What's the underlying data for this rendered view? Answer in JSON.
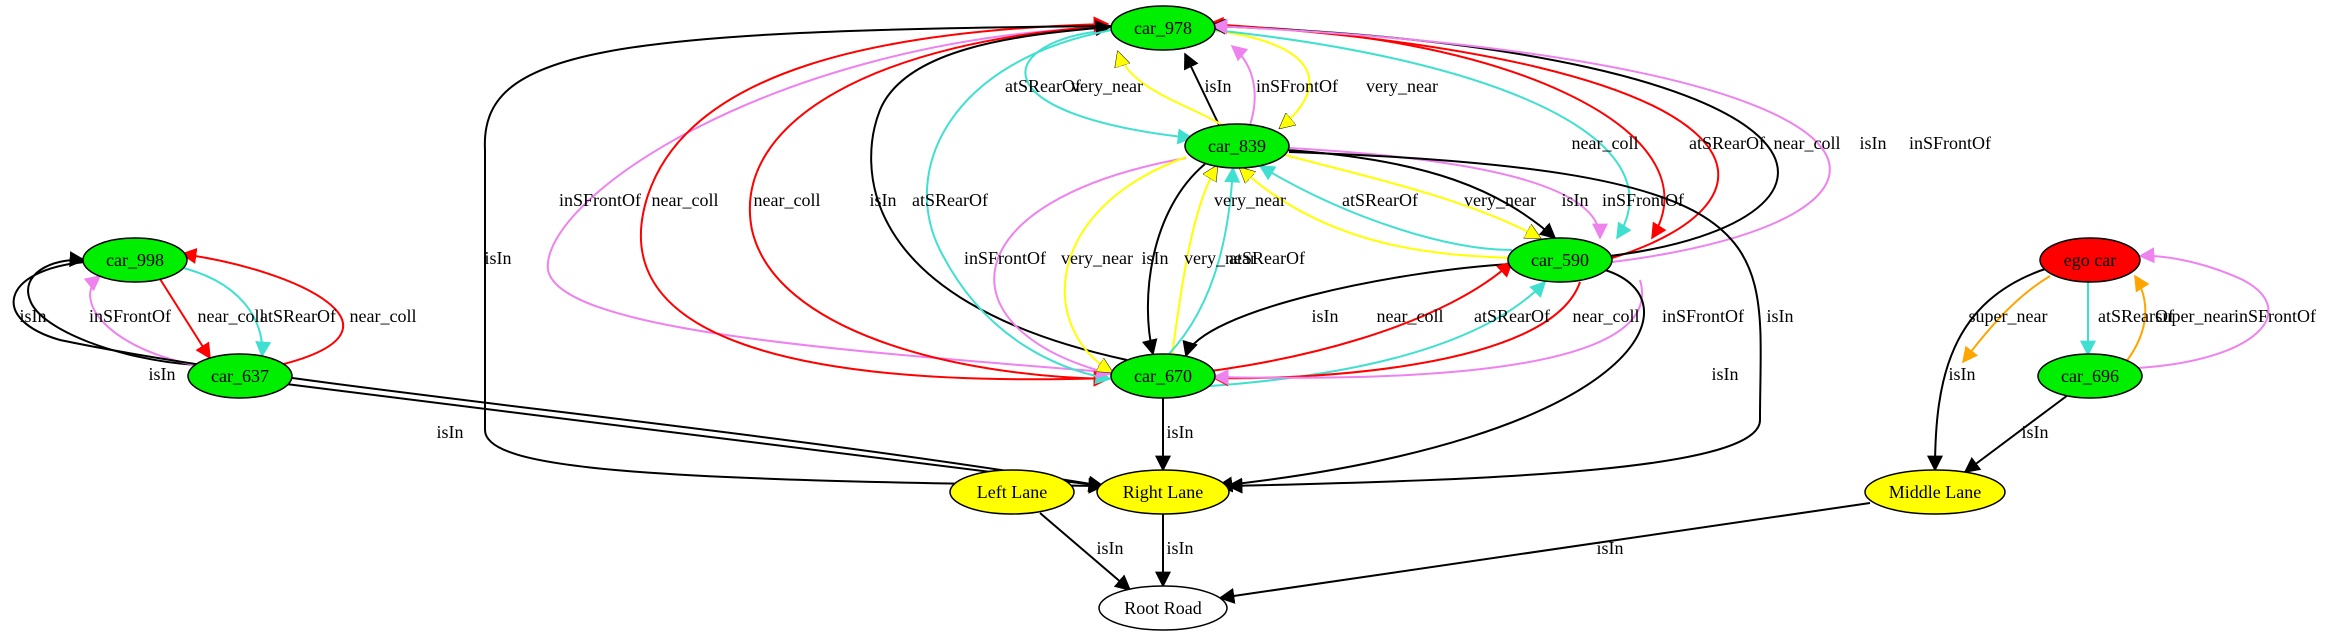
{
  "colors": {
    "car": "#00ee00",
    "ego": "#ff0000",
    "lane": "#ffff00",
    "road": "#ffffff",
    "isIn": "#000000",
    "near_coll": "#ff0000",
    "very_near": "#ffff00",
    "super_near": "#ffa500",
    "atSRearOf": "#40e0d0",
    "inSFrontOf": "#ee82ee"
  },
  "nodes": [
    {
      "id": "car_978",
      "label": "car_978",
      "kind": "car"
    },
    {
      "id": "car_839",
      "label": "car_839",
      "kind": "car"
    },
    {
      "id": "car_998",
      "label": "car_998",
      "kind": "car"
    },
    {
      "id": "car_637",
      "label": "car_637",
      "kind": "car"
    },
    {
      "id": "car_590",
      "label": "car_590",
      "kind": "car"
    },
    {
      "id": "car_670",
      "label": "car_670",
      "kind": "car"
    },
    {
      "id": "ego_car",
      "label": "ego car",
      "kind": "ego"
    },
    {
      "id": "car_696",
      "label": "car_696",
      "kind": "car"
    },
    {
      "id": "left_lane",
      "label": "Left Lane",
      "kind": "lane"
    },
    {
      "id": "right_lane",
      "label": "Right Lane",
      "kind": "lane"
    },
    {
      "id": "middle_lane",
      "label": "Middle Lane",
      "kind": "lane"
    },
    {
      "id": "root_road",
      "label": "Root Road",
      "kind": "road"
    }
  ],
  "edges": [
    {
      "from": "car_839",
      "to": "car_978",
      "label": "isIn",
      "rel": "isIn"
    },
    {
      "from": "car_839",
      "to": "car_978",
      "label": "inSFrontOf",
      "rel": "inSFrontOf"
    },
    {
      "from": "car_839",
      "to": "car_978",
      "label": "very_near",
      "rel": "very_near"
    },
    {
      "from": "car_978",
      "to": "car_839",
      "label": "very_near",
      "rel": "very_near"
    },
    {
      "from": "car_978",
      "to": "car_839",
      "label": "atSRearOf",
      "rel": "atSRearOf"
    },
    {
      "from": "car_670",
      "to": "car_978",
      "label": "inSFrontOf",
      "rel": "inSFrontOf"
    },
    {
      "from": "car_670",
      "to": "car_978",
      "label": "near_coll",
      "rel": "near_coll"
    },
    {
      "from": "car_978",
      "to": "car_670",
      "label": "near_coll",
      "rel": "near_coll"
    },
    {
      "from": "car_670",
      "to": "car_978",
      "label": "isIn",
      "rel": "isIn"
    },
    {
      "from": "car_978",
      "to": "car_670",
      "label": "atSRearOf",
      "rel": "atSRearOf"
    },
    {
      "from": "car_978",
      "to": "right_lane",
      "label": "isIn",
      "rel": "isIn"
    },
    {
      "from": "car_978",
      "to": "car_590",
      "label": "near_coll",
      "rel": "near_coll"
    },
    {
      "from": "car_978",
      "to": "car_590",
      "label": "atSRearOf",
      "rel": "atSRearOf"
    },
    {
      "from": "car_590",
      "to": "car_978",
      "label": "near_coll",
      "rel": "near_coll"
    },
    {
      "from": "car_590",
      "to": "car_978",
      "label": "isIn",
      "rel": "isIn"
    },
    {
      "from": "car_590",
      "to": "car_978",
      "label": "inSFrontOf",
      "rel": "inSFrontOf"
    },
    {
      "from": "car_839",
      "to": "car_670",
      "label": "inSFrontOf",
      "rel": "inSFrontOf"
    },
    {
      "from": "car_839",
      "to": "car_670",
      "label": "very_near",
      "rel": "very_near"
    },
    {
      "from": "car_839",
      "to": "car_670",
      "label": "isIn",
      "rel": "isIn"
    },
    {
      "from": "car_670",
      "to": "car_839",
      "label": "very_near",
      "rel": "very_near"
    },
    {
      "from": "car_670",
      "to": "car_839",
      "label": "atSRearOf",
      "rel": "atSRearOf"
    },
    {
      "from": "car_590",
      "to": "car_839",
      "label": "very_near",
      "rel": "very_near"
    },
    {
      "from": "car_590",
      "to": "car_839",
      "label": "atSRearOf",
      "rel": "atSRearOf"
    },
    {
      "from": "car_839",
      "to": "car_590",
      "label": "very_near",
      "rel": "very_near"
    },
    {
      "from": "car_839",
      "to": "car_590",
      "label": "isIn",
      "rel": "isIn"
    },
    {
      "from": "car_839",
      "to": "car_590",
      "label": "inSFrontOf",
      "rel": "inSFrontOf"
    },
    {
      "from": "car_839",
      "to": "right_lane",
      "label": "isIn",
      "rel": "isIn"
    },
    {
      "from": "car_590",
      "to": "car_670",
      "label": "isIn",
      "rel": "isIn"
    },
    {
      "from": "car_670",
      "to": "car_590",
      "label": "near_coll",
      "rel": "near_coll"
    },
    {
      "from": "car_670",
      "to": "car_590",
      "label": "atSRearOf",
      "rel": "atSRearOf"
    },
    {
      "from": "car_590",
      "to": "car_670",
      "label": "near_coll",
      "rel": "near_coll"
    },
    {
      "from": "car_590",
      "to": "car_670",
      "label": "inSFrontOf",
      "rel": "inSFrontOf"
    },
    {
      "from": "car_590",
      "to": "right_lane",
      "label": "isIn",
      "rel": "isIn"
    },
    {
      "from": "car_670",
      "to": "right_lane",
      "label": "isIn",
      "rel": "isIn"
    },
    {
      "from": "car_637",
      "to": "car_998",
      "label": "isIn",
      "rel": "isIn"
    },
    {
      "from": "car_637",
      "to": "car_998",
      "label": "inSFrontOf",
      "rel": "inSFrontOf"
    },
    {
      "from": "car_998",
      "to": "car_637",
      "label": "near_coll",
      "rel": "near_coll"
    },
    {
      "from": "car_998",
      "to": "car_637",
      "label": "atSRearOf",
      "rel": "atSRearOf"
    },
    {
      "from": "car_637",
      "to": "car_998",
      "label": "near_coll",
      "rel": "near_coll"
    },
    {
      "from": "car_998",
      "to": "right_lane",
      "label": "isIn",
      "rel": "isIn"
    },
    {
      "from": "car_637",
      "to": "right_lane",
      "label": "isIn",
      "rel": "isIn"
    },
    {
      "from": "ego_car",
      "to": "car_696",
      "label": "super_near",
      "rel": "super_near"
    },
    {
      "from": "ego_car",
      "to": "car_696",
      "label": "atSRearOf",
      "rel": "atSRearOf"
    },
    {
      "from": "car_696",
      "to": "ego_car",
      "label": "super_near",
      "rel": "super_near"
    },
    {
      "from": "car_696",
      "to": "ego_car",
      "label": "inSFrontOf",
      "rel": "inSFrontOf"
    },
    {
      "from": "ego_car",
      "to": "middle_lane",
      "label": "isIn",
      "rel": "isIn"
    },
    {
      "from": "car_696",
      "to": "middle_lane",
      "label": "isIn",
      "rel": "isIn"
    },
    {
      "from": "left_lane",
      "to": "root_road",
      "label": "isIn",
      "rel": "isIn"
    },
    {
      "from": "right_lane",
      "to": "root_road",
      "label": "isIn",
      "rel": "isIn"
    },
    {
      "from": "middle_lane",
      "to": "root_road",
      "label": "isIn",
      "rel": "isIn"
    }
  ]
}
